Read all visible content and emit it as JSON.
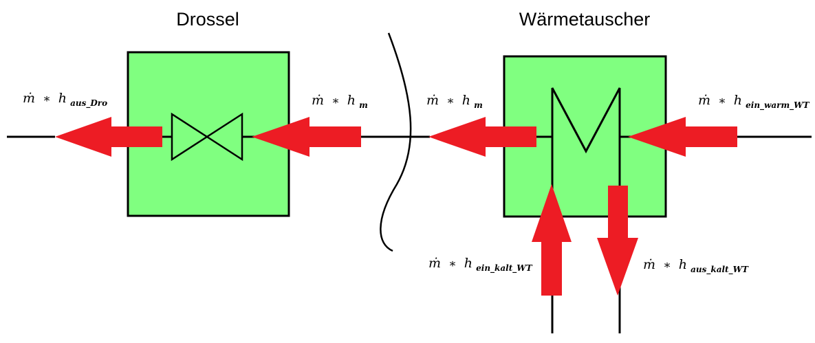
{
  "titles": {
    "throttle": "Drossel",
    "heat_exchanger": "Wärmetauscher"
  },
  "colors": {
    "box_fill": "#80FF80",
    "arrow": "#ED1C24",
    "line": "#000000"
  },
  "labels": {
    "throttle_out": {
      "mdot": "ṁ",
      "op": "∗",
      "h": "h",
      "sub": "aus_Dro"
    },
    "throttle_in": {
      "mdot": "ṁ",
      "op": "∗",
      "h": "h",
      "sub": "m"
    },
    "hx_out_mixed": {
      "mdot": "ṁ",
      "op": "∗",
      "h": "h",
      "sub": "m"
    },
    "hx_in_warm": {
      "mdot": "ṁ",
      "op": "∗",
      "h": "h",
      "sub": "ein_warm_WT"
    },
    "hx_in_cold": {
      "mdot": "ṁ",
      "op": "∗",
      "h": "h",
      "sub": "ein_kalt_WT"
    },
    "hx_out_cold": {
      "mdot": "ṁ",
      "op": "∗",
      "h": "h",
      "sub": "aus_kalt_WT"
    }
  }
}
